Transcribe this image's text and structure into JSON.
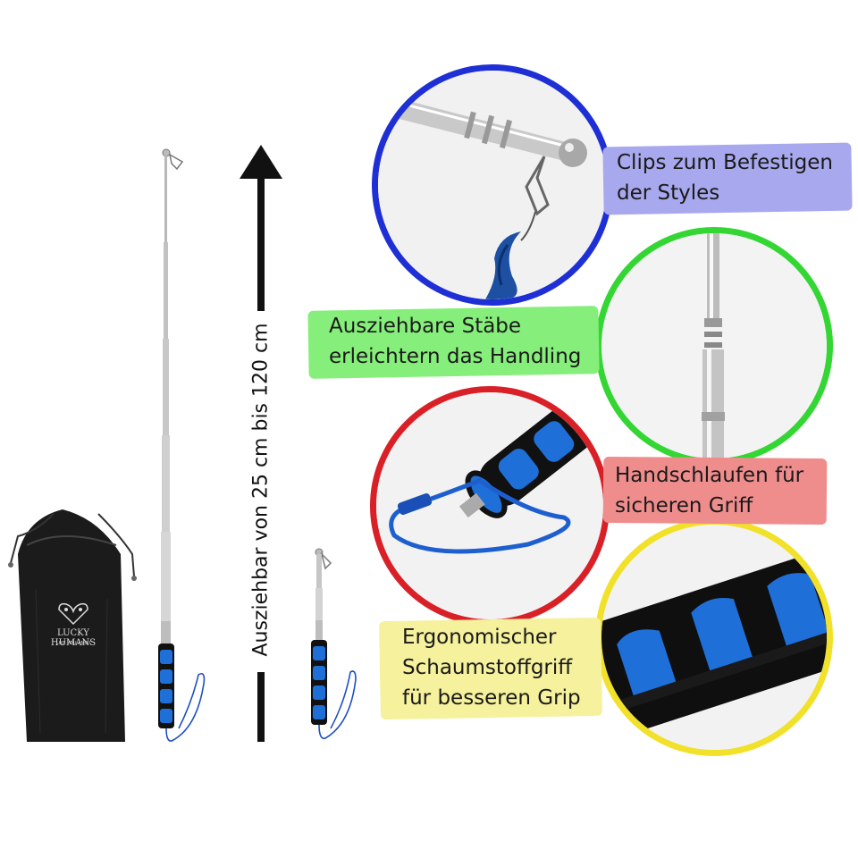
{
  "labels": {
    "vertical": "Ausziehbar von 25 cm bis 120 cm",
    "clips": [
      "Clips zum Befestigen",
      "der Styles"
    ],
    "extendable": [
      "Ausziehbare Stäbe",
      "erleichtern das Handling"
    ],
    "wrist": [
      "Handschlaufen für",
      "sicheren Griff"
    ],
    "grip": [
      "Ergonomischer",
      "Schaumstoffgriff",
      "für besseren Grip"
    ]
  },
  "bag": {
    "brand": "LUCKY HUMANS",
    "tagline": "LIKE YOU AND I"
  },
  "colors": {
    "clips_ring": "#1f2fd6",
    "extendable_ring": "#33d633",
    "wrist_ring": "#d92027",
    "grip_ring": "#f2e12a",
    "clips_highlight": "#a8a8ee",
    "extendable_highlight": "#86ee7a",
    "wrist_highlight": "#ef8d8d",
    "grip_highlight": "#f6f19c",
    "foam_blue": "#1e6fd8",
    "foam_black": "#111111"
  }
}
